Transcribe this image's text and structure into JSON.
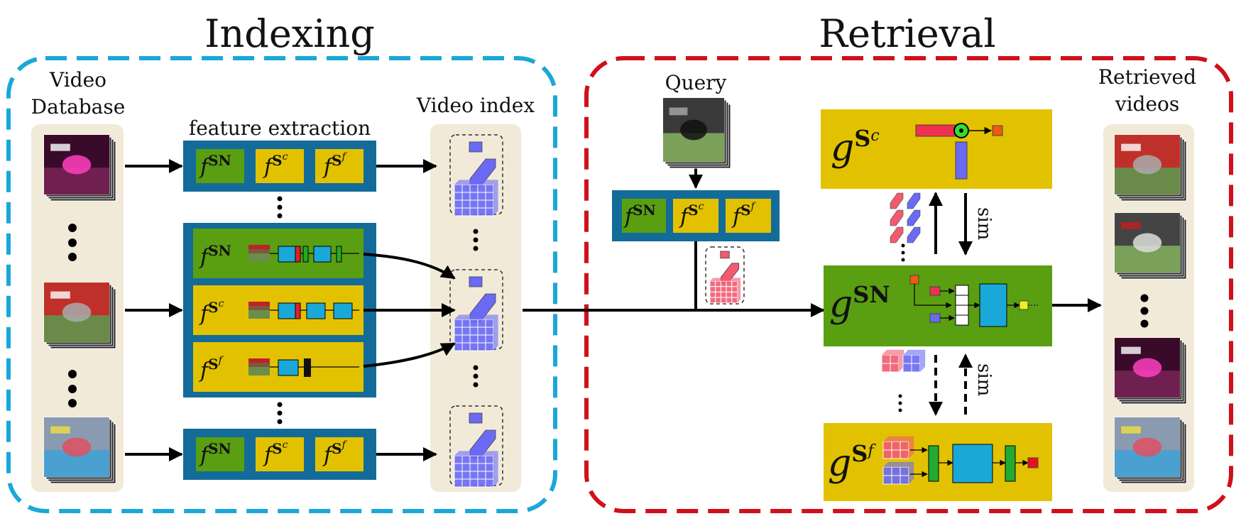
{
  "indexing": {
    "title": "Indexing",
    "video_db_label_1": "Video",
    "video_db_label_2": "Database",
    "feature_extraction_label": "feature extraction",
    "video_index_label": "Video index"
  },
  "retrieval": {
    "title": "Retrieval",
    "query_label": "Query",
    "retrieved_label_1": "Retrieved",
    "retrieved_label_2": "videos",
    "sim_label": "sim"
  },
  "extractors": {
    "f_letter": "f",
    "sn": "SN",
    "sc": "S",
    "sc_sub": "c",
    "sf": "S",
    "sf_sub": "f"
  },
  "similarity_nets": {
    "g_letter": "g",
    "sn": "SN",
    "sc": "S",
    "sc_sub": "c",
    "sf": "S",
    "sf_sub": "f"
  },
  "colors": {
    "indexing_border": "#1aa8d8",
    "retrieval_border": "#d0101a",
    "panel_bg": "#f2ead8",
    "extractor_frame": "#136b9a",
    "green": "#5a9e12",
    "yellow": "#e2c200",
    "cyan_block": "#1aa8d8",
    "blue_feature": "#6a6af5",
    "red_feature": "#f25a70"
  }
}
